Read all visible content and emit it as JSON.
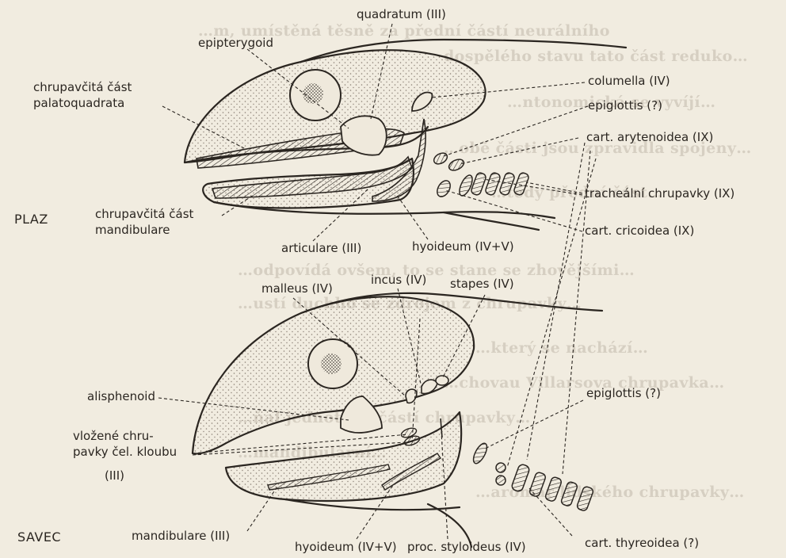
{
  "bleed_text": [
    "…m, umístěná těsně za přední částí neurálního",
    "dospělého stavu tato část reduko…",
    "…ntonomická se vyvíjí…",
    "…obě části jsou zpravidla spojeny…",
    "…tedy přední část…",
    "…odpovídá ovšem, to se stane se zhovějšími…",
    "…ustí duchho se zdrojem z chrupavky…",
    "…který se nachází…",
    "…chovau Villarsova chrupavka…",
    "…ňal jednotlivé částí chrupavky…",
    "…mandibulární…",
    "…aromar lidského chrupavky…"
  ],
  "reptile": {
    "title": "PLAZ",
    "labels": {
      "quadratum": "quadratum (III)",
      "epipterygoid": "epipterygoid",
      "palato_line1": "chrupavčitá část",
      "palato_line2": "palatoquadrata",
      "columella": "columella (IV)",
      "epiglottis": "epiglottis (?)",
      "arytenoidea": "cart. arytenoidea (IX)",
      "tracheal": "tracheální chrupavky (IX)",
      "cricoidea": "cart. cricoidea (IX)",
      "mand_line1": "chrupavčitá část",
      "mand_line2": "mandibulare",
      "articulare": "articulare (III)",
      "hyoideum": "hyoideum (IV+V)"
    }
  },
  "mammal": {
    "title": "SAVEC",
    "labels": {
      "malleus": "malleus (IV)",
      "incus": "incus (IV)",
      "stapes": "stapes (IV)",
      "alisphenoid": "alisphenoid",
      "epiglottis": "epiglottis (?)",
      "vloz_line1": "vložené chru-",
      "vloz_line2": "pavky čel. kloubu",
      "vloz_line3": "(III)",
      "mandibulare": "mandibulare (III)",
      "hyoideum": "hyoideum (IV+V)",
      "styloideus": "proc. styloideus (IV)",
      "thyreoidea": "cart. thyreoidea (?)"
    }
  },
  "colors": {
    "paper": "#f1ece0",
    "ink": "#2b2621",
    "stipple": "#8a8075",
    "bleed": "#d6cfc2"
  }
}
